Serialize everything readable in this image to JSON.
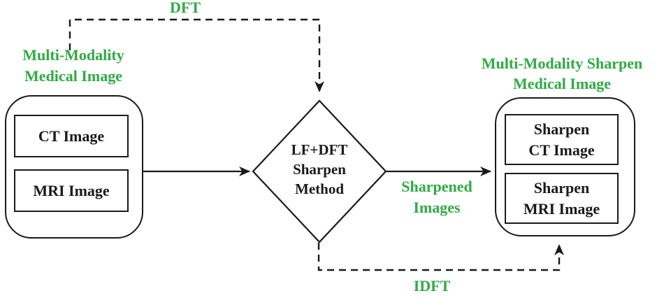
{
  "diagram_title": "LF+DFT sharpen method flow diagram",
  "colors": {
    "accent_green": "#2fab44",
    "line_black": "#1a1a1a",
    "background": "#ffffff"
  },
  "labels": {
    "dft": "DFT",
    "idft": "IDFT",
    "sharpened": "Sharpened\nImages"
  },
  "left_group": {
    "title": "Multi-Modality\nMedical Image",
    "items": [
      "CT Image",
      "MRI Image"
    ]
  },
  "process": {
    "label": "LF+DFT\nSharpen\nMethod"
  },
  "right_group": {
    "title": "Multi-Modality Sharpen\nMedical Image",
    "items": [
      "Sharpen\nCT Image",
      "Sharpen\nMRI Image"
    ]
  },
  "arrows": {
    "input_to_process": "solid",
    "process_to_output": "solid",
    "dft_path": "dashed",
    "idft_path": "dashed"
  }
}
